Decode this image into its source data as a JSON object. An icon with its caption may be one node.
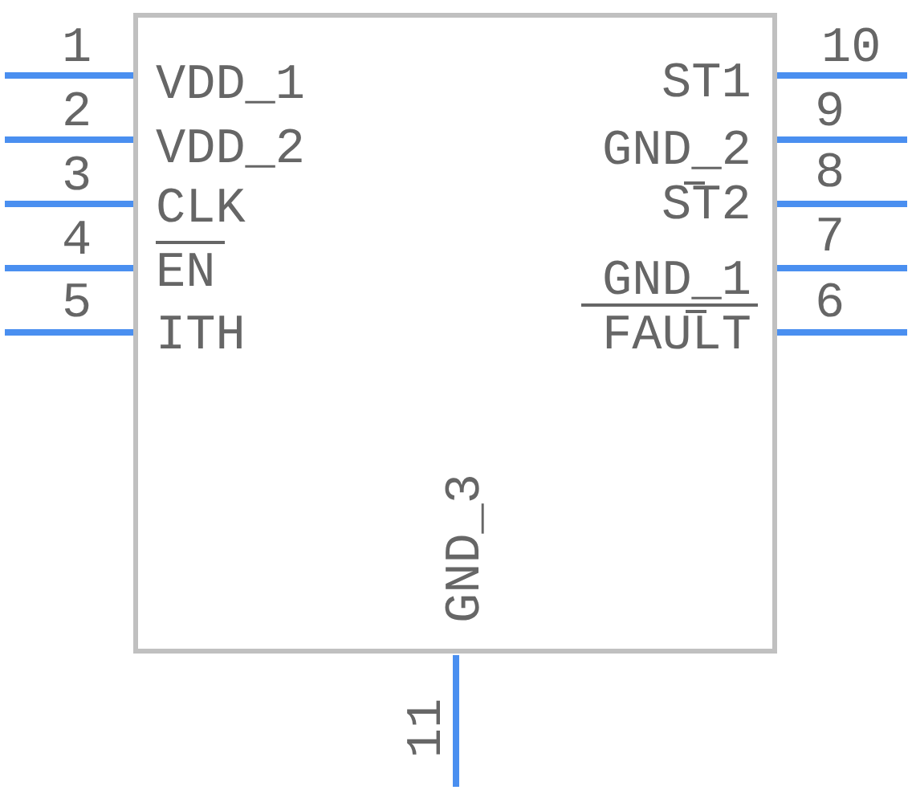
{
  "diagram": {
    "nodes": [
      {
        "text": [
          "VDD_1",
          "ST1",
          "VDD_2",
          "GND_2",
          "CLK",
          "ST2",
          "EN",
          "GND_1",
          "ITH",
          "FAULT",
          "GND_3"
        ]
      }
    ],
    "labels": [
      "1",
      "10",
      "2",
      "9",
      "3",
      "8",
      "4",
      "7",
      "5",
      "6",
      "11"
    ]
  }
}
